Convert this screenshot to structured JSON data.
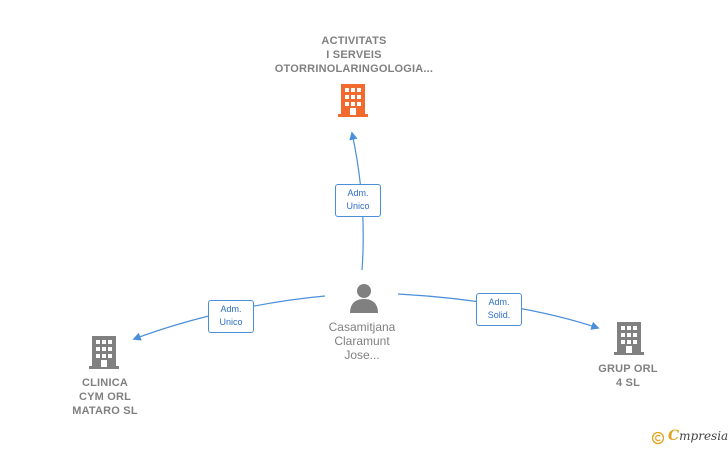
{
  "diagram": {
    "top_company": {
      "name_lines": [
        "ACTIVITATS",
        "I SERVEIS",
        "OTORRINOLARINGOLOGIA..."
      ],
      "icon": "building-icon",
      "color": "#f26a2e"
    },
    "left_company": {
      "name_lines": [
        "CLINICA",
        "CYM ORL",
        "MATARO  SL"
      ],
      "icon": "building-icon",
      "color": "#808080"
    },
    "right_company": {
      "name_lines": [
        "GRUP ORL",
        "4  SL"
      ],
      "icon": "building-icon",
      "color": "#808080"
    },
    "person": {
      "name_lines": [
        "Casamitjana",
        "Claramunt",
        "Jose..."
      ],
      "icon": "person-icon",
      "color": "#808080"
    },
    "relations": [
      {
        "id": "to-top",
        "label_lines": [
          "Adm.",
          "Unico"
        ]
      },
      {
        "id": "to-left",
        "label_lines": [
          "Adm.",
          "Unico"
        ]
      },
      {
        "id": "to-right",
        "label_lines": [
          "Adm.",
          "Solid."
        ]
      }
    ],
    "edge_color": "#4a8fd8"
  },
  "brand": {
    "copyright_symbol": "©",
    "name_initial": "C",
    "name_rest": "mpresia",
    "accent_color": "#e2a21c"
  }
}
